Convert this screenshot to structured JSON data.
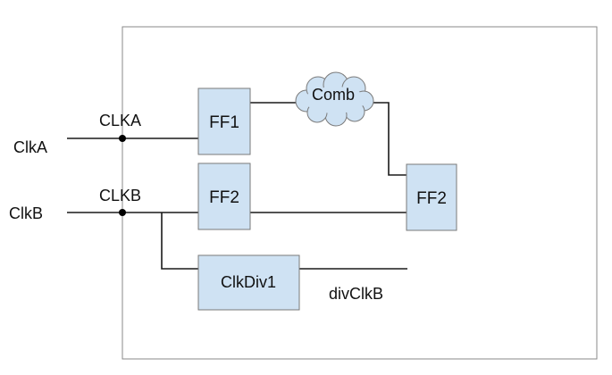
{
  "diagram": {
    "inputs": {
      "clka": "ClkA",
      "clkb": "ClkB"
    },
    "ports": {
      "clka": "CLKA",
      "clkb": "CLKB"
    },
    "blocks": {
      "ff1": "FF1",
      "ff2_left": "FF2",
      "ff2_right": "FF2",
      "comb": "Comb",
      "clkdiv": "ClkDiv1"
    },
    "outputs": {
      "divclkb": "divClkB"
    },
    "colors": {
      "block_fill": "#cfe2f3",
      "block_stroke": "#7a7a7a",
      "wire": "#1a1a1a",
      "boundary": "#8a8a8a"
    }
  }
}
